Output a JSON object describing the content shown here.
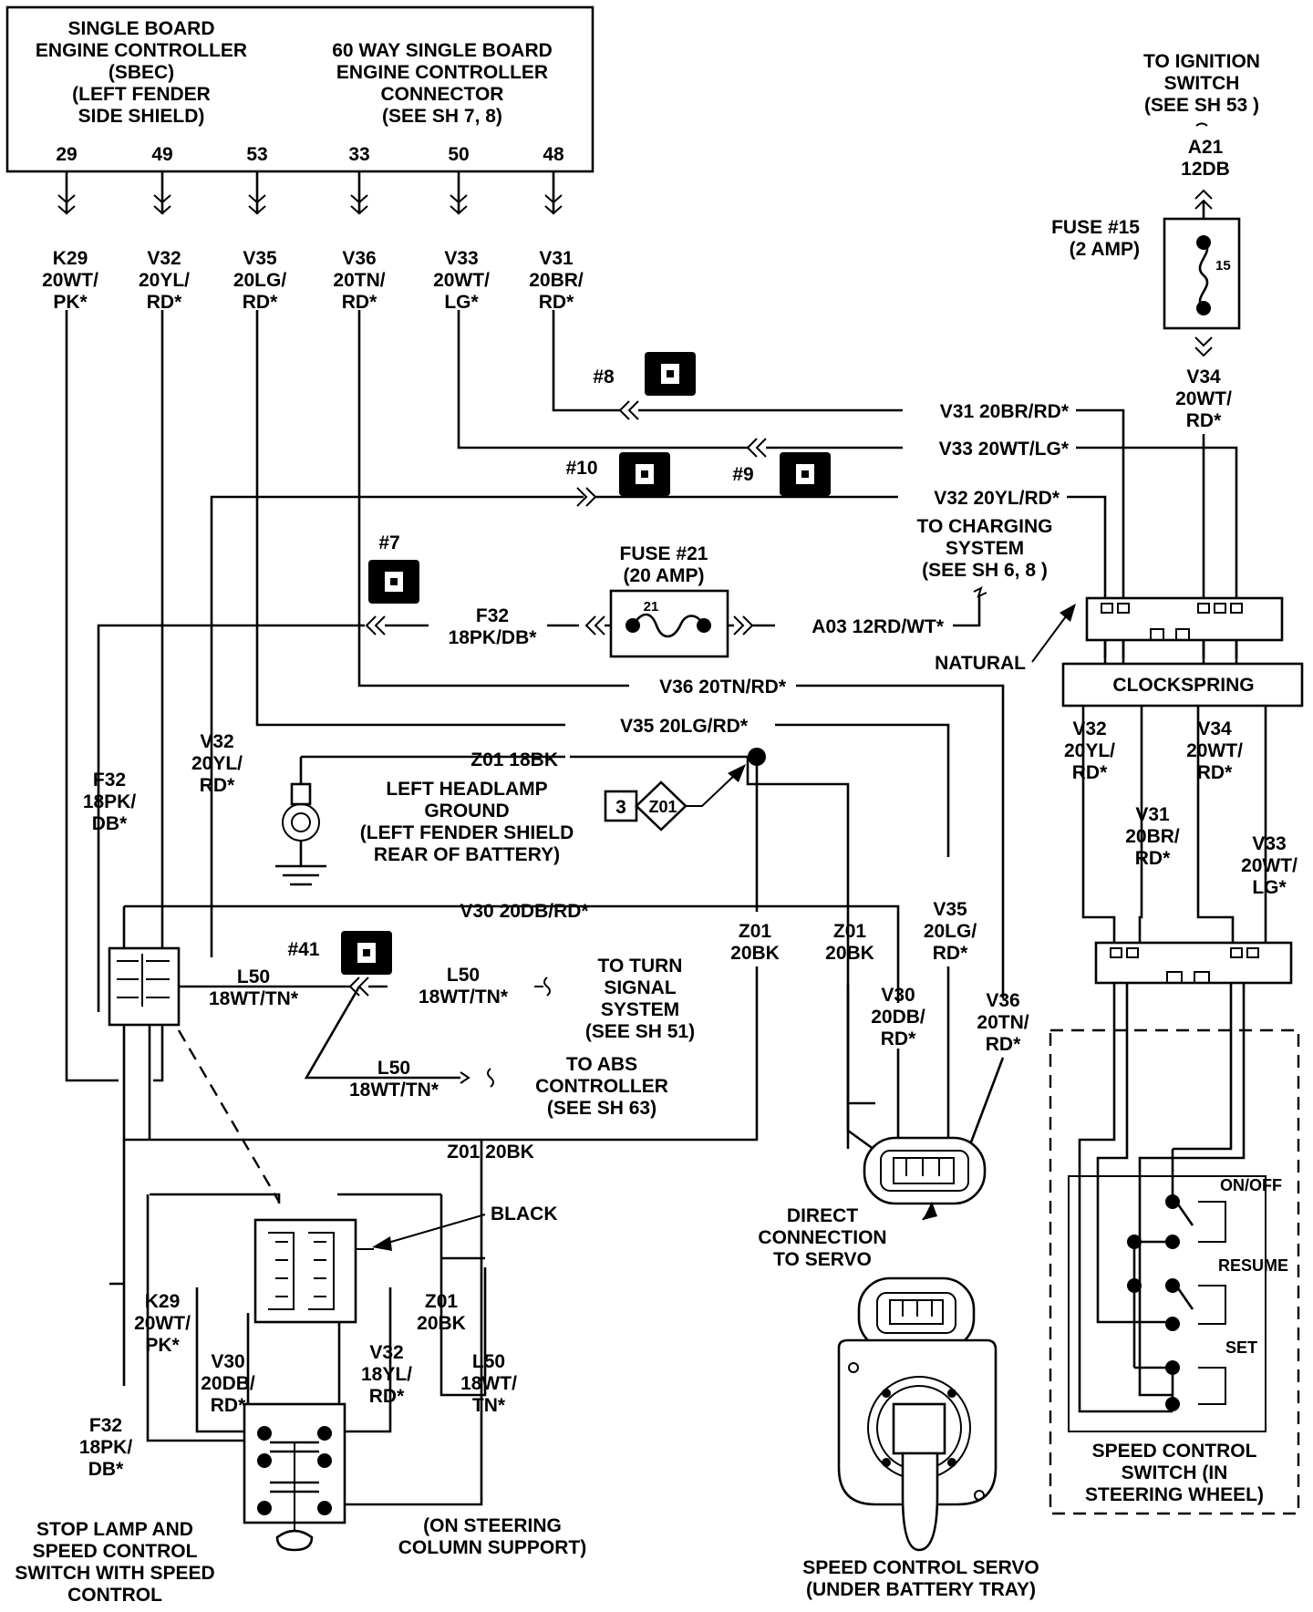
{
  "sbec": {
    "lines": [
      "SINGLE BOARD",
      "ENGINE CONTROLLER",
      "(SBEC)",
      "(LEFT FENDER",
      "SIDE SHIELD)"
    ],
    "connector_lines": [
      "60 WAY SINGLE BOARD",
      "ENGINE CONTROLLER",
      "CONNECTOR",
      "(SEE SH 7, 8)"
    ],
    "pins": [
      "29",
      "49",
      "53",
      "33",
      "50",
      "48"
    ]
  },
  "pin_wires": [
    {
      "code": "K29",
      "gauge": "20WT/",
      "color": "PK*"
    },
    {
      "code": "V32",
      "gauge": "20YL/",
      "color": "RD*"
    },
    {
      "code": "V35",
      "gauge": "20LG/",
      "color": "RD*"
    },
    {
      "code": "V36",
      "gauge": "20TN/",
      "color": "RD*"
    },
    {
      "code": "V33",
      "gauge": "20WT/",
      "color": "LG*"
    },
    {
      "code": "V31",
      "gauge": "20BR/",
      "color": "RD*"
    }
  ],
  "ignition": {
    "lines": [
      "TO IGNITION",
      "SWITCH",
      "(SEE SH 53 )"
    ],
    "wire_code": "A21",
    "wire_gauge": "12DB",
    "fuse_lines": [
      "FUSE #15",
      "(2 AMP)"
    ],
    "fuse_number": "15",
    "out_lines": [
      "V34",
      "20WT/",
      "RD*"
    ]
  },
  "connector_numbers": {
    "c8": "#8",
    "c9": "#9",
    "c10": "#10",
    "c7": "#7",
    "c41": "#41"
  },
  "harness_labels": {
    "v31": "V31 20BR/RD*",
    "v33": "V33 20WT/LG*",
    "v32": "V32 20YL/RD*",
    "charging": [
      "TO CHARGING",
      "SYSTEM",
      "(SEE SH 6, 8 )"
    ],
    "a03": "A03 12RD/WT*",
    "natural": "NATURAL",
    "v36": "V36 20TN/RD*",
    "v35": "V35 20LG/RD*",
    "z01": "Z01 18BK",
    "v30": "V30 20DB/RD*",
    "z01_bottom": "Z01 20BK"
  },
  "fuse21": {
    "lines": [
      "FUSE #21",
      "(20 AMP)"
    ],
    "number": "21"
  },
  "f32": {
    "lines": [
      "F32",
      "18PK/DB*"
    ]
  },
  "clockspring": {
    "label": "CLOCKSPRING"
  },
  "clockspring_out": {
    "v32": [
      "V32",
      "20YL/",
      "RD*"
    ],
    "v34": [
      "V34",
      "20WT/",
      "RD*"
    ],
    "v31": [
      "V31",
      "20BR/",
      "RD*"
    ],
    "v33": [
      "V33",
      "20WT/",
      "LG*"
    ]
  },
  "left_vertical": {
    "v32": [
      "V32",
      "20YL/",
      "RD*"
    ],
    "f32": [
      "F32",
      "18PK/",
      "DB*"
    ]
  },
  "headlamp_ground": {
    "lines": [
      "LEFT HEADLAMP",
      "GROUND",
      "(LEFT FENDER SHIELD",
      "REAR OF BATTERY)"
    ],
    "tag_number": "3",
    "tag_code": "Z01"
  },
  "mid_verticals": {
    "z01a": [
      "Z01",
      "20BK"
    ],
    "z01b": [
      "Z01",
      "20BK"
    ],
    "v35": [
      "V35",
      "20LG/",
      "RD*"
    ],
    "v30": [
      "V30",
      "20DB/",
      "RD*"
    ],
    "v36": [
      "V36",
      "20TN/",
      "RD*"
    ]
  },
  "l50": {
    "left": [
      "L50",
      "18WT/TN*"
    ],
    "right": [
      "L50",
      "18WT/TN*"
    ],
    "abs": [
      "L50",
      "18WT/TN*"
    ],
    "turn_signal": [
      "TO TURN",
      "SIGNAL",
      "SYSTEM",
      "(SEE SH 51)"
    ],
    "abs_controller": [
      "TO ABS",
      "CONTROLLER",
      "(SEE SH 63)"
    ]
  },
  "servo": {
    "direct": [
      "DIRECT",
      "CONNECTION",
      "TO SERVO"
    ],
    "label": [
      "SPEED CONTROL SERVO",
      "(UNDER BATTERY TRAY)"
    ]
  },
  "speed_switch": {
    "buttons": [
      "ON/OFF",
      "RESUME",
      "SET"
    ],
    "label": [
      "SPEED CONTROL",
      "SWITCH (IN",
      "STEERING WHEEL)"
    ]
  },
  "stop_switch": {
    "black": "BLACK",
    "k29": [
      "K29",
      "20WT/",
      "PK*"
    ],
    "z01": [
      "Z01",
      "20BK"
    ],
    "v30": [
      "V30",
      "20DB/",
      "RD*"
    ],
    "v32": [
      "V32",
      "18YL/",
      "RD*"
    ],
    "l50": [
      "L50",
      "18WT/",
      "TN*"
    ],
    "f32": [
      "F32",
      "18PK/",
      "DB*"
    ],
    "mount": [
      "(ON STEERING",
      "COLUMN SUPPORT)"
    ],
    "label": [
      "STOP LAMP AND",
      "SPEED CONTROL",
      "SWITCH WITH SPEED",
      "CONTROL"
    ]
  }
}
